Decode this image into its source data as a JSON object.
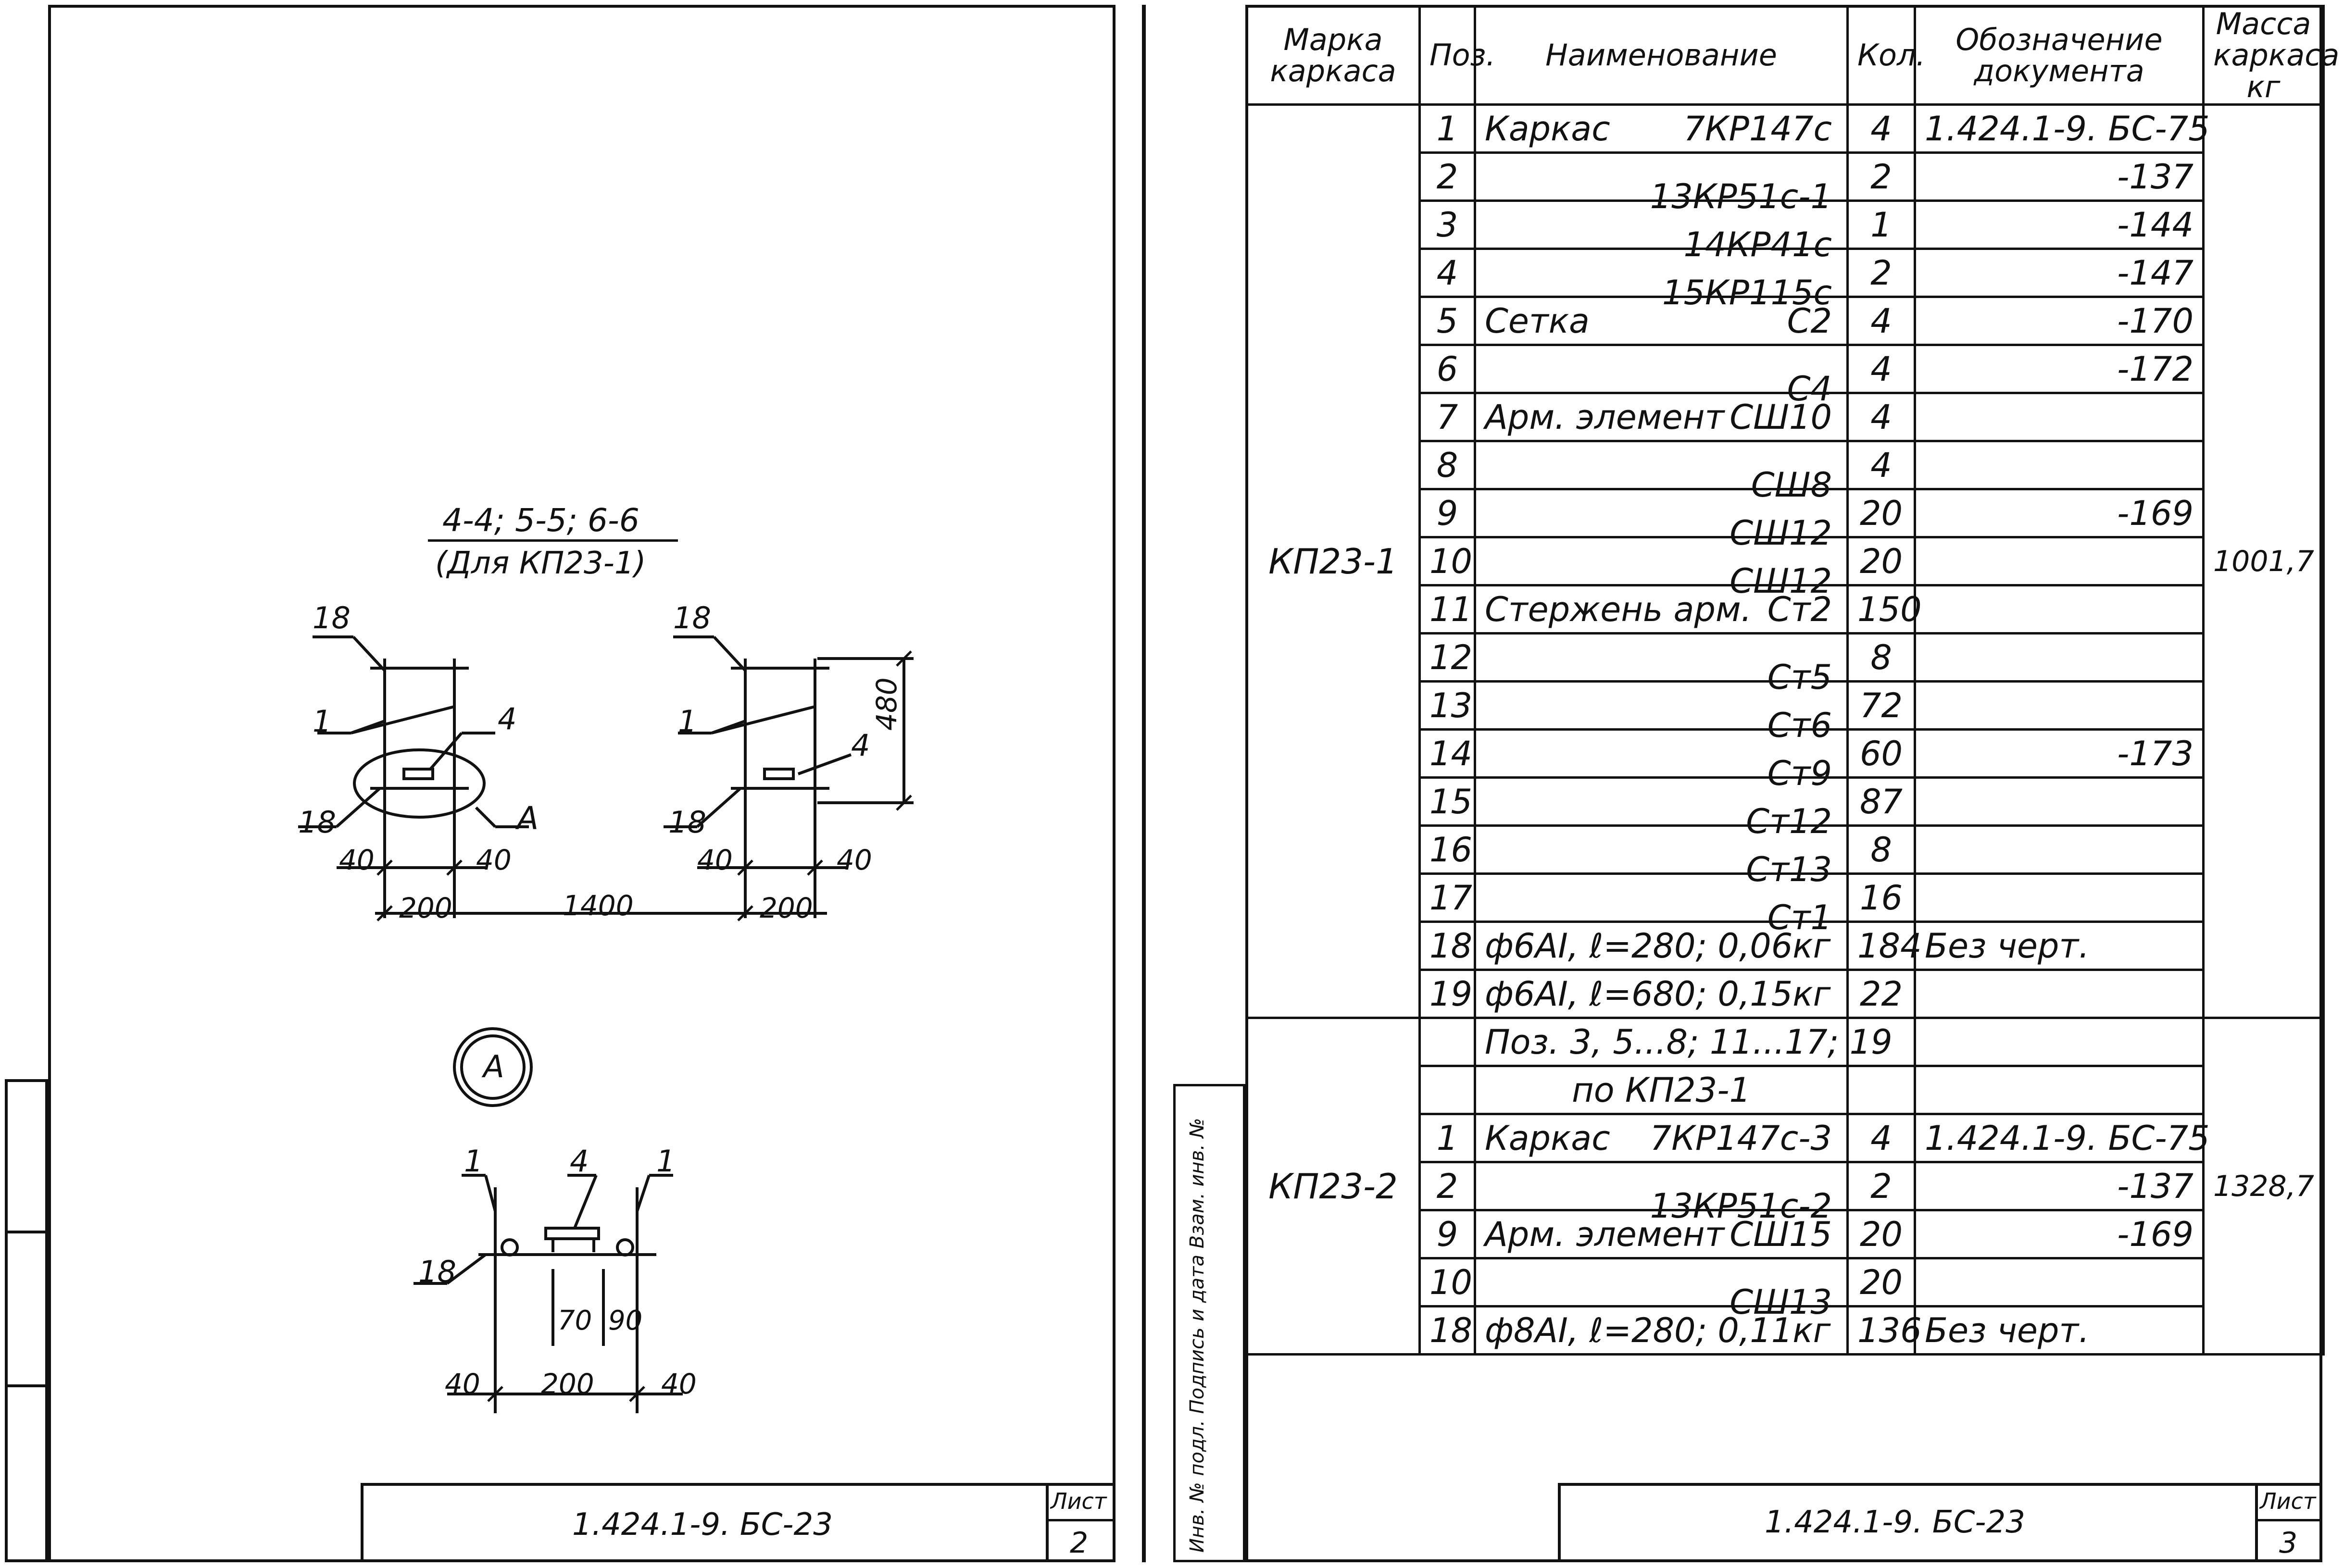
{
  "left_sheet": {
    "section_title": "4-4; 5-5; 6-6",
    "section_subtitle": "(Для КП23-1)",
    "callouts": {
      "label_18": "18",
      "label_1": "1",
      "label_4": "4",
      "label_A": "А"
    },
    "dimensions": {
      "d40": "40",
      "d200": "200",
      "d1400": "1400",
      "d480": "480",
      "d70": "70",
      "d90": "90"
    },
    "node_label": "А",
    "doc_code": "1.424.1-9. БС-23",
    "sheet_label": "Лист",
    "sheet_number": "2"
  },
  "right_sheet": {
    "headers": {
      "marka": "Марка каркаса",
      "pos": "Поз.",
      "name": "Наименование",
      "qty": "Кол.",
      "doc": "Обозначение документа",
      "mass": "Масса каркаса кг"
    },
    "groups": [
      {
        "marka": "КП23-1",
        "mass": "1001,7",
        "rows": [
          {
            "pos": "1",
            "name": "Каркас",
            "mark": "7КР147с",
            "qty": "4",
            "doc": "1.424.1-9.   БС-75"
          },
          {
            "pos": "2",
            "name": "",
            "mark": "13КР51с-1",
            "qty": "2",
            "doc": "-137"
          },
          {
            "pos": "3",
            "name": "",
            "mark": "14КР41с",
            "qty": "1",
            "doc": "-144"
          },
          {
            "pos": "4",
            "name": "",
            "mark": "15КР115с",
            "qty": "2",
            "doc": "-147"
          },
          {
            "pos": "5",
            "name": "Сетка",
            "mark": "С2",
            "qty": "4",
            "doc": "-170"
          },
          {
            "pos": "6",
            "name": "",
            "mark": "С4",
            "qty": "4",
            "doc": "-172"
          },
          {
            "pos": "7",
            "name": "Арм. элемент",
            "mark": "СШ10",
            "qty": "4",
            "doc": ""
          },
          {
            "pos": "8",
            "name": "",
            "mark": "СШ8",
            "qty": "4",
            "doc": ""
          },
          {
            "pos": "9",
            "name": "",
            "mark": "СШ12",
            "qty": "20",
            "doc": "-169"
          },
          {
            "pos": "10",
            "name": "",
            "mark": "СШ12",
            "qty": "20",
            "doc": ""
          },
          {
            "pos": "11",
            "name": "Стержень арм.",
            "mark": "Ст2",
            "qty": "150",
            "doc": ""
          },
          {
            "pos": "12",
            "name": "",
            "mark": "Ст5",
            "qty": "8",
            "doc": ""
          },
          {
            "pos": "13",
            "name": "",
            "mark": "Ст6",
            "qty": "72",
            "doc": ""
          },
          {
            "pos": "14",
            "name": "",
            "mark": "Ст9",
            "qty": "60",
            "doc": "-173"
          },
          {
            "pos": "15",
            "name": "",
            "mark": "Ст12",
            "qty": "87",
            "doc": ""
          },
          {
            "pos": "16",
            "name": "",
            "mark": "Ст13",
            "qty": "8",
            "doc": ""
          },
          {
            "pos": "17",
            "name": "",
            "mark": "Ст1",
            "qty": "16",
            "doc": ""
          },
          {
            "pos": "18",
            "name": "ф6АI, ℓ=280; 0,06кг",
            "mark": "",
            "qty": "184",
            "doc": "Без черт."
          },
          {
            "pos": "19",
            "name": "ф6АI, ℓ=680; 0,15кг",
            "mark": "",
            "qty": "22",
            "doc": ""
          }
        ]
      },
      {
        "marka": "КП23-2",
        "mass": "1328,7",
        "note_line1": "Поз. 3, 5...8; 11...17; 19",
        "note_line2": "по КП23-1",
        "rows": [
          {
            "pos": "1",
            "name": "Каркас",
            "mark": "7КР147с-3",
            "qty": "4",
            "doc": "1.424.1-9.   БС-75"
          },
          {
            "pos": "2",
            "name": "",
            "mark": "13КР51с-2",
            "qty": "2",
            "doc": "-137"
          },
          {
            "pos": "9",
            "name": "Арм. элемент",
            "mark": "СШ15",
            "qty": "20",
            "doc": "-169"
          },
          {
            "pos": "10",
            "name": "",
            "mark": "СШ13",
            "qty": "20",
            "doc": ""
          },
          {
            "pos": "18",
            "name": "ф8АI, ℓ=280; 0,11кг",
            "mark": "",
            "qty": "136",
            "doc": "Без черт."
          }
        ]
      }
    ],
    "doc_code": "1.424.1-9. БС-23",
    "sheet_label": "Лист",
    "sheet_number": "3",
    "side_stamp": "Инв. № подл.  Подпись и дата  Взам. инв. №"
  }
}
